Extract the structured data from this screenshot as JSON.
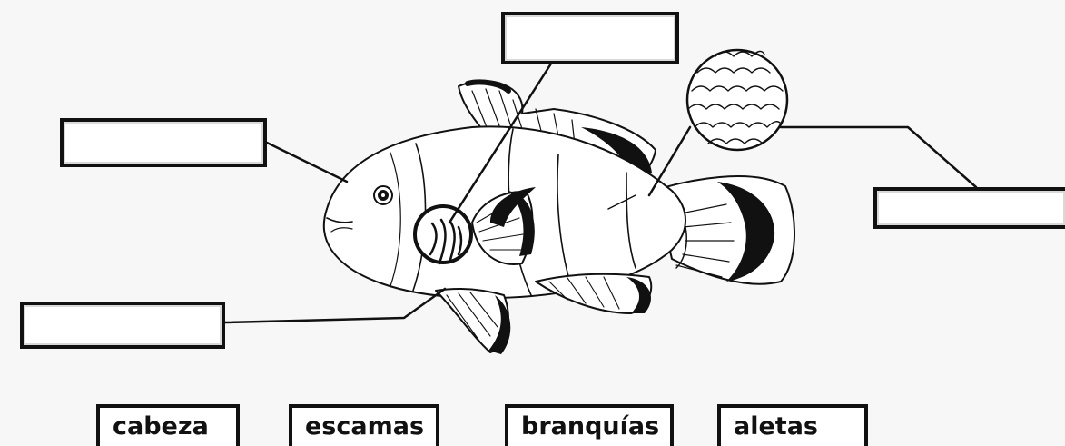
{
  "diagram": {
    "word_bank": [
      "cabeza",
      "escamas",
      "branquías",
      "aletas"
    ],
    "answer_boxes": [
      "",
      "",
      "",
      ""
    ]
  },
  "colors": {
    "ink": "#111111",
    "background": "#f7f7f7",
    "box_fill": "#ffffff"
  },
  "icons": {
    "fish": "clownfish-illustration",
    "scales": "scales-magnifier-icon",
    "gills": "gills-magnifier-icon"
  }
}
